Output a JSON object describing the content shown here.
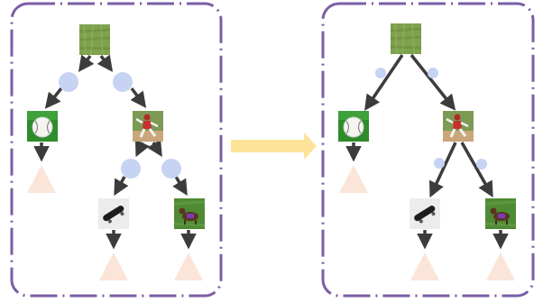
{
  "colors": {
    "panel_border": "#7b5ea7",
    "arrow": "#3c3c3c",
    "node_circle": "#c6d3f3",
    "leaf_triangle": "#fbe4d8",
    "transition_arrow": "#fde39a",
    "grass": "#7ea24e",
    "baseball_field": "#2e8c2a"
  },
  "panels": [
    {
      "name": "left-tree",
      "nodes": [
        "grass",
        "baseball",
        "pitcher",
        "skateboard",
        "dog"
      ]
    },
    {
      "name": "right-tree",
      "nodes": [
        "grass",
        "baseball",
        "pitcher",
        "skateboard",
        "dog"
      ]
    }
  ],
  "icons": [
    "grass-thumbnail",
    "baseball-thumbnail",
    "pitcher-thumbnail",
    "skateboard-thumbnail",
    "dog-thumbnail"
  ]
}
